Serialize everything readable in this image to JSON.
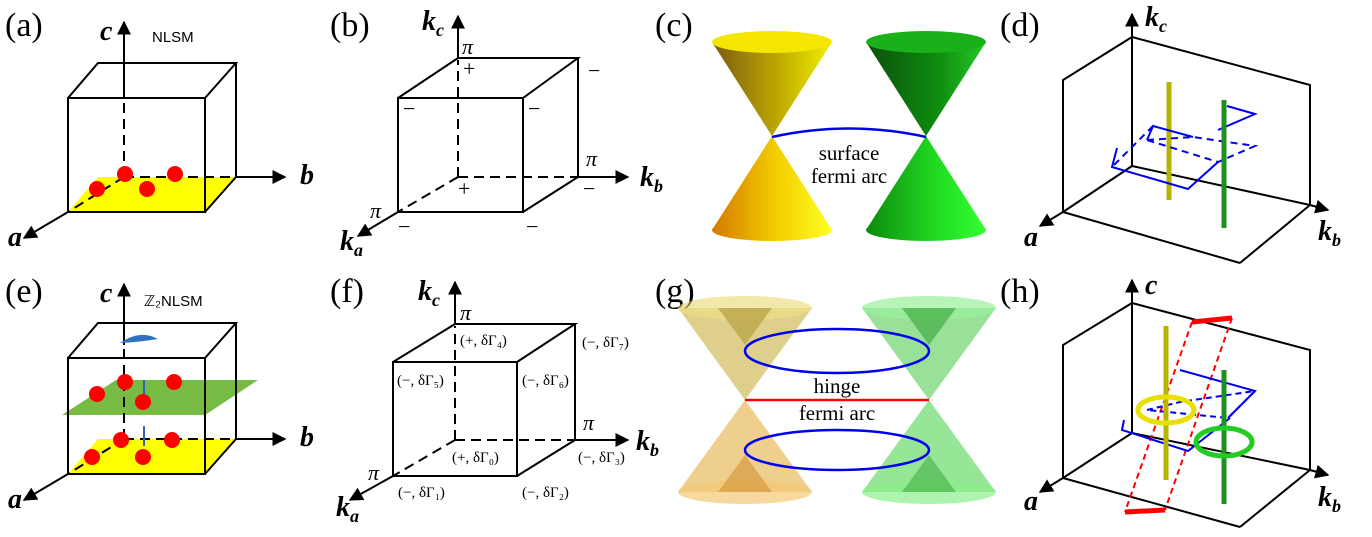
{
  "panels": {
    "a": {
      "label": "(a)",
      "axis_c": "c",
      "axis_b": "b",
      "axis_a": "a",
      "title": "NLSM"
    },
    "b": {
      "label": "(b)",
      "axis_c": "k",
      "axis_c_sub": "c",
      "axis_b": "k",
      "axis_b_sub": "b",
      "axis_a": "k",
      "axis_a_sub": "a",
      "pi": "π",
      "plus": "+",
      "minus": "−"
    },
    "c": {
      "label": "(c)",
      "arc_line1": "surface",
      "arc_line2": "fermi arc"
    },
    "d": {
      "label": "(d)",
      "axis_c": "k",
      "axis_c_sub": "c",
      "axis_b": "k",
      "axis_b_sub": "b",
      "axis_a": "a"
    },
    "e": {
      "label": "(e)",
      "axis_c": "c",
      "axis_b": "b",
      "axis_a": "a",
      "title": "ℤ₂NLSM"
    },
    "f": {
      "label": "(f)",
      "axis_c": "k",
      "axis_c_sub": "c",
      "axis_b": "k",
      "axis_b_sub": "b",
      "axis_a": "k",
      "axis_a_sub": "a",
      "pi": "π",
      "corners": [
        "(+, δΓ₄)",
        "(−, δΓ₇)",
        "(−, δΓ₅)",
        "(−, δΓ₆)",
        "(+, δΓ₀)",
        "(−, δΓ₃)",
        "(−, δΓ₁)",
        "(−, δΓ₂)"
      ]
    },
    "g": {
      "label": "(g)",
      "arc_line1": "hinge",
      "arc_line2": "fermi arc"
    },
    "h": {
      "label": "(h)",
      "axis_c": "c",
      "axis_b": "k",
      "axis_b_sub": "b",
      "axis_a": "a"
    }
  },
  "colors": {
    "red": "#ff0000",
    "yellow": "#ffff00",
    "green": "#2e9e2e",
    "blue": "#0000ee",
    "plane_green": "#77bb44"
  }
}
